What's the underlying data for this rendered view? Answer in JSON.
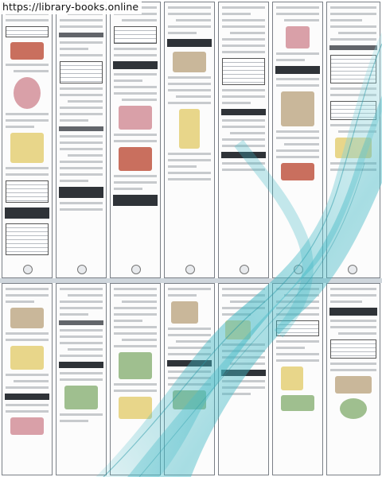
{
  "watermark": {
    "text": "https://library-books.online"
  },
  "layout": {
    "rows": [
      {
        "name": "top-row",
        "page_count": 7
      },
      {
        "name": "bottom-row",
        "page_count": 7
      }
    ]
  },
  "colors": {
    "wave_teal": "#3fb7c4",
    "wave_light": "#a8e0e6",
    "frame": "#7a7f86"
  }
}
